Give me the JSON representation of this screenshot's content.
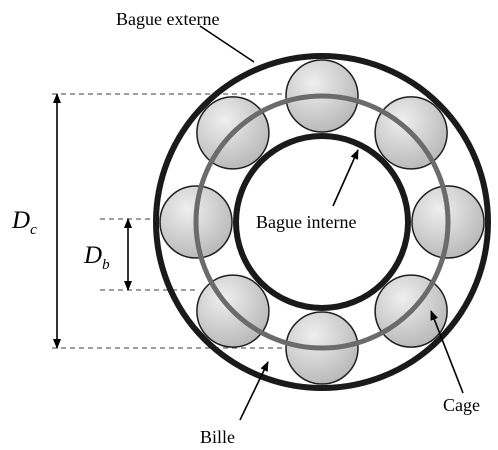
{
  "labels": {
    "outer_ring": "Bague externe",
    "inner_ring": "Bague interne",
    "cage": "Cage",
    "ball": "Bille"
  },
  "dimensions": {
    "pitch_diameter_symbol": "D",
    "pitch_diameter_subscript": "c",
    "ball_diameter_symbol": "D",
    "ball_diameter_subscript": "b"
  },
  "colors": {
    "outer_ring": "#1a1a1a",
    "inner_ring": "#1a1a1a",
    "cage": "#6b6b6b",
    "ball_light": "#efefef",
    "ball_dark": "#b9b9b9",
    "ball_stroke": "#1f1f1f"
  },
  "ball_count": 8
}
